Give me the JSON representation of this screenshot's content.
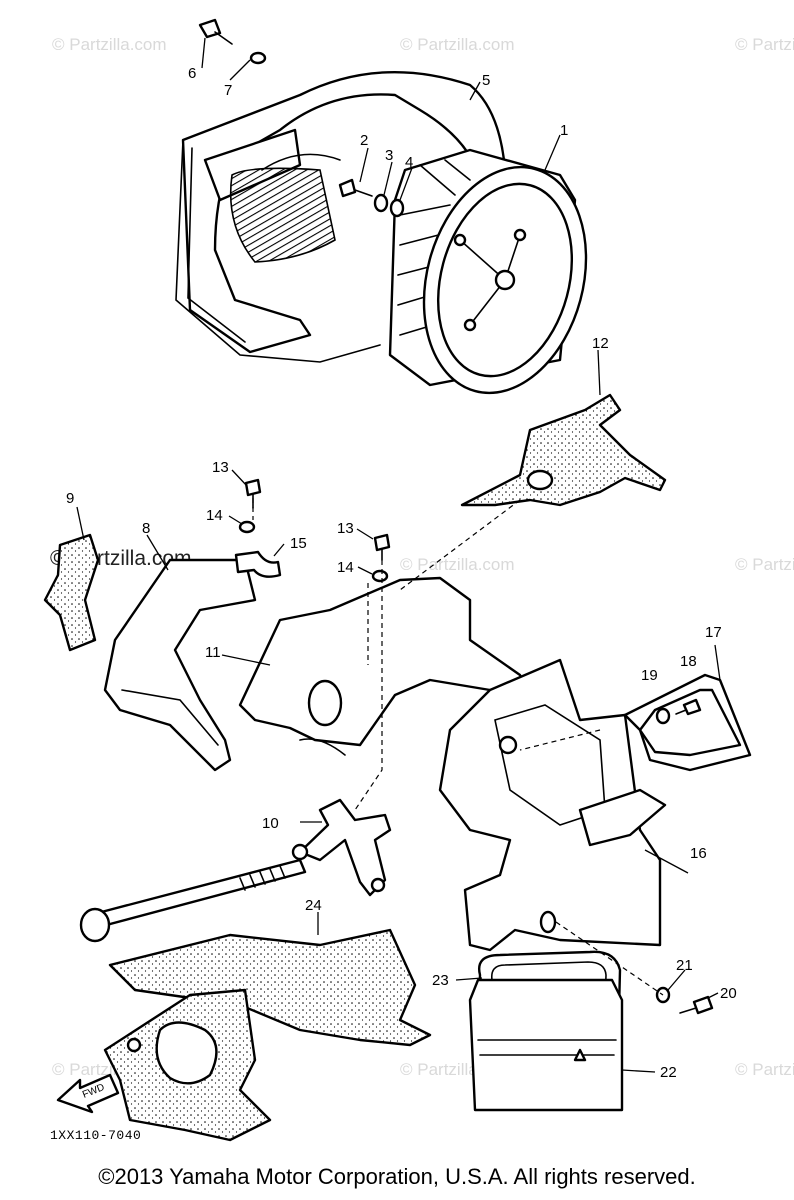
{
  "watermark": "© Partzilla.com",
  "drawing_number": "1XX110-7040",
  "copyright": "©2013 Yamaha Motor Corporation, U.S.A. All rights reserved.",
  "fwd_arrow_label": "FWD",
  "callouts": {
    "c1": "1",
    "c2": "2",
    "c3": "3",
    "c4": "4",
    "c5": "5",
    "c6": "6",
    "c7": "7",
    "c8": "8",
    "c9": "9",
    "c10": "10",
    "c11": "11",
    "c12": "12",
    "c13a": "13",
    "c13b": "13",
    "c14a": "14",
    "c14b": "14",
    "c15": "15",
    "c16": "16",
    "c17": "17",
    "c18": "18",
    "c19": "19",
    "c20": "20",
    "c21": "21",
    "c22": "22",
    "c23": "23",
    "c24": "24"
  }
}
